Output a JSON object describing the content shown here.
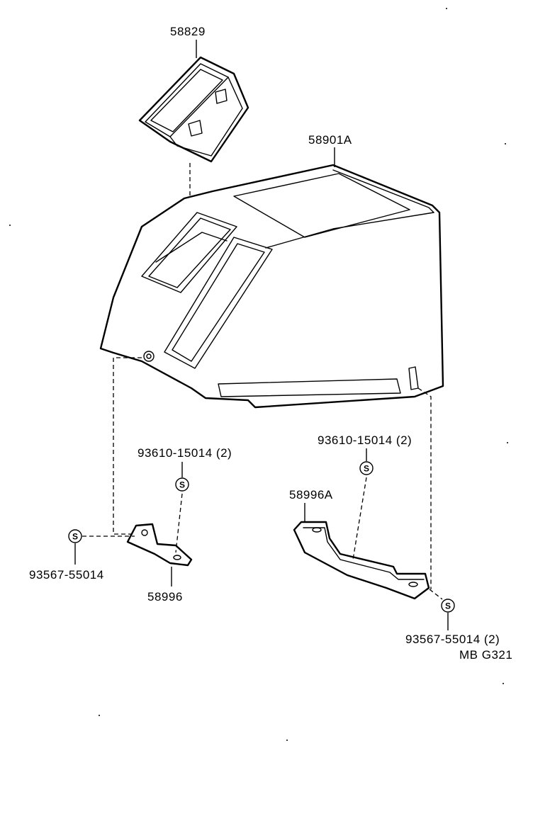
{
  "parts": {
    "console_box_label": "58901A",
    "shift_cover_label": "58829",
    "bracket_front_label": "58996",
    "bracket_rear_label": "58996A",
    "screw_left_top_label": "93610-15014 (2)",
    "screw_right_top_label": "93610-15014 (2)",
    "screw_left_side_label": "93567-55014",
    "screw_right_bottom_label": "93567-55014 (2)",
    "diagram_code": "MB G321"
  },
  "symbols": {
    "screw_symbol_letter": "S"
  },
  "colors": {
    "line": "#000000",
    "background": "#ffffff"
  }
}
